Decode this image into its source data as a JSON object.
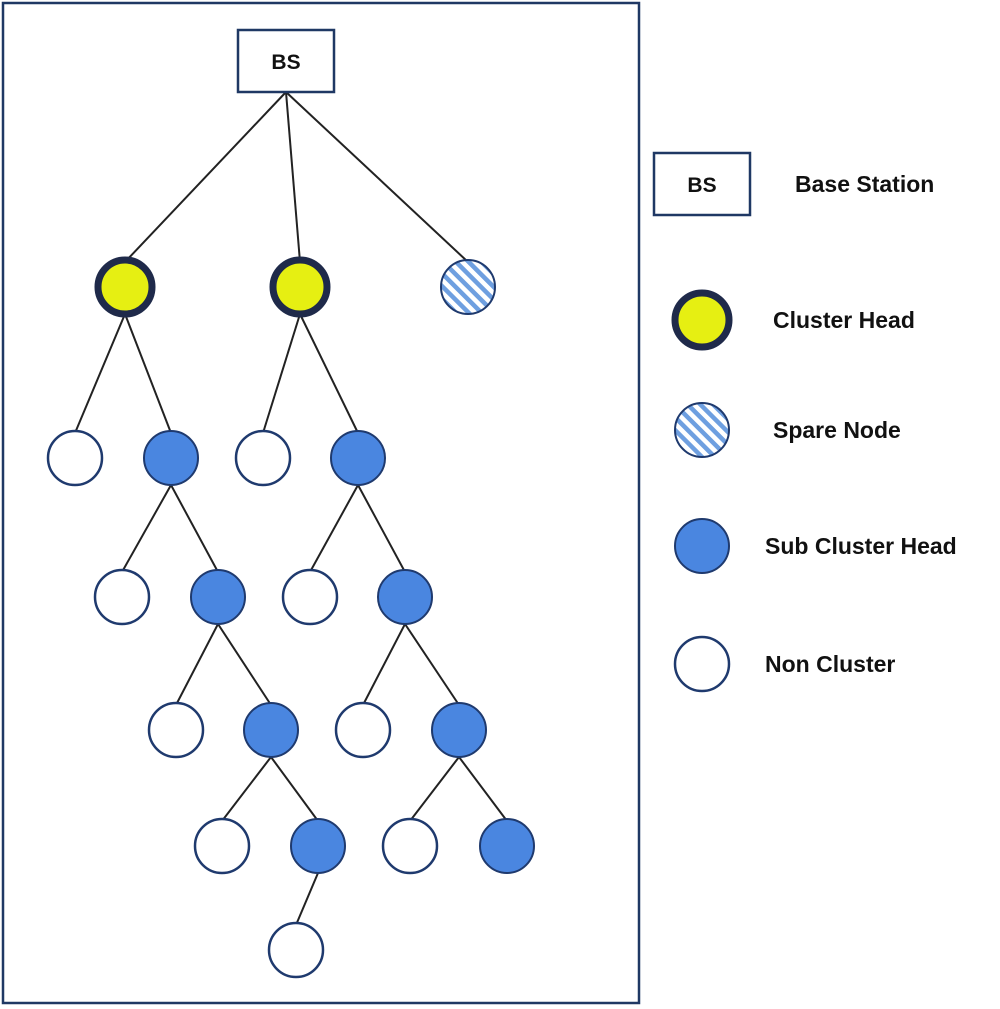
{
  "diagram": {
    "bs_label": "BS",
    "nodes": [
      {
        "id": "bs",
        "type": "base_station"
      },
      {
        "id": "ch1",
        "type": "cluster_head"
      },
      {
        "id": "ch2",
        "type": "cluster_head"
      },
      {
        "id": "sp1",
        "type": "spare_node"
      },
      {
        "id": "n1",
        "type": "non_cluster"
      },
      {
        "id": "sch1",
        "type": "sub_cluster_head"
      },
      {
        "id": "n2",
        "type": "non_cluster"
      },
      {
        "id": "sch2",
        "type": "sub_cluster_head"
      },
      {
        "id": "n3",
        "type": "non_cluster"
      },
      {
        "id": "sch3",
        "type": "sub_cluster_head"
      },
      {
        "id": "n4",
        "type": "non_cluster"
      },
      {
        "id": "sch4",
        "type": "sub_cluster_head"
      },
      {
        "id": "n5",
        "type": "non_cluster"
      },
      {
        "id": "sch5",
        "type": "sub_cluster_head"
      },
      {
        "id": "n6",
        "type": "non_cluster"
      },
      {
        "id": "sch6",
        "type": "sub_cluster_head"
      },
      {
        "id": "n7",
        "type": "non_cluster"
      },
      {
        "id": "sch7",
        "type": "sub_cluster_head"
      },
      {
        "id": "n8",
        "type": "non_cluster"
      },
      {
        "id": "sch8",
        "type": "sub_cluster_head"
      },
      {
        "id": "n9",
        "type": "non_cluster"
      }
    ],
    "edges": [
      [
        "bs",
        "ch1"
      ],
      [
        "bs",
        "ch2"
      ],
      [
        "bs",
        "sp1"
      ],
      [
        "ch1",
        "n1"
      ],
      [
        "ch1",
        "sch1"
      ],
      [
        "ch2",
        "n2"
      ],
      [
        "ch2",
        "sch2"
      ],
      [
        "sch1",
        "n3"
      ],
      [
        "sch1",
        "sch3"
      ],
      [
        "sch2",
        "n4"
      ],
      [
        "sch2",
        "sch4"
      ],
      [
        "sch3",
        "n5"
      ],
      [
        "sch3",
        "sch5"
      ],
      [
        "sch4",
        "n6"
      ],
      [
        "sch4",
        "sch6"
      ],
      [
        "sch5",
        "n7"
      ],
      [
        "sch5",
        "sch7"
      ],
      [
        "sch6",
        "n8"
      ],
      [
        "sch6",
        "sch8"
      ],
      [
        "sch7",
        "n9"
      ]
    ]
  },
  "legend": {
    "items": [
      {
        "type": "base_station",
        "symbol_text": "BS",
        "label": "Base Station"
      },
      {
        "type": "cluster_head",
        "label": "Cluster Head"
      },
      {
        "type": "spare_node",
        "label": "Spare Node"
      },
      {
        "type": "sub_cluster_head",
        "label": "Sub Cluster Head"
      },
      {
        "type": "non_cluster",
        "label": "Non Cluster"
      }
    ]
  },
  "colors": {
    "frame": "#1f3864",
    "edge": "#222222",
    "cluster_head_fill": "#e6ef12",
    "cluster_head_ring": "#1f2a4a",
    "sub_cluster_head_fill": "#4a86e0",
    "node_stroke": "#1f3a6e",
    "non_cluster_fill": "#ffffff",
    "spare_stripe": "#6e9fe0"
  }
}
